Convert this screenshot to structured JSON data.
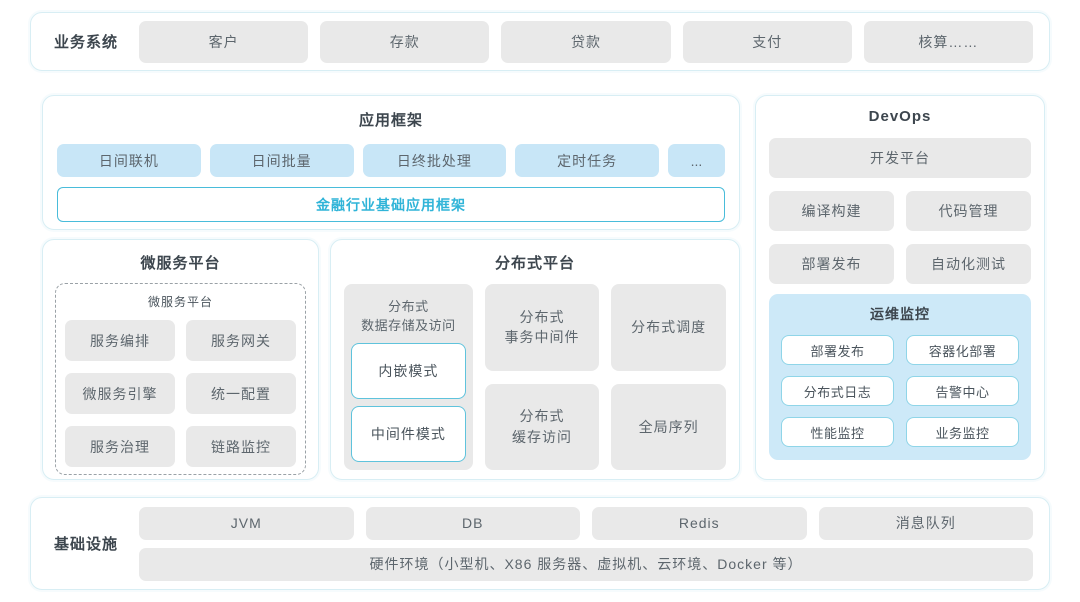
{
  "business_systems": {
    "label": "业务系统",
    "items": [
      "客户",
      "存款",
      "贷款",
      "支付",
      "核算……"
    ]
  },
  "app_framework": {
    "title": "应用框架",
    "chips": [
      "日间联机",
      "日间批量",
      "日终批处理",
      "定时任务",
      "..."
    ],
    "base_framework": "金融行业基础应用框架"
  },
  "devops": {
    "title": "DevOps",
    "platform": "开发平台",
    "items": [
      "编译构建",
      "代码管理",
      "部署发布",
      "自动化测试"
    ],
    "monitoring": {
      "title": "运维监控",
      "items": [
        "部署发布",
        "容器化部署",
        "分布式日志",
        "告警中心",
        "性能监控",
        "业务监控"
      ]
    }
  },
  "microservice": {
    "title": "微服务平台",
    "inner_title": "微服务平台",
    "items": [
      "服务编排",
      "服务网关",
      "微服务引擎",
      "统一配置",
      "服务治理",
      "链路监控"
    ]
  },
  "distributed": {
    "title": "分布式平台",
    "storage": {
      "label": "分布式\n数据存储及访问",
      "modes": [
        "内嵌模式",
        "中间件模式"
      ]
    },
    "col2": [
      "分布式\n事务中间件",
      "分布式\n缓存访问"
    ],
    "col3": [
      "分布式调度",
      "全局序列"
    ]
  },
  "infrastructure": {
    "label": "基础设施",
    "items": [
      "JVM",
      "DB",
      "Redis",
      "消息队列"
    ],
    "hardware": "硬件环境（小型机、X86 服务器、虚拟机、云环境、Docker 等）"
  },
  "colors": {
    "accent_teal": "#30b4d8",
    "chip_blue": "#c8e6f7",
    "monitor_blue": "#cde9f8",
    "box_gray": "#e9e9e9",
    "panel_border": "#d8eef4"
  }
}
